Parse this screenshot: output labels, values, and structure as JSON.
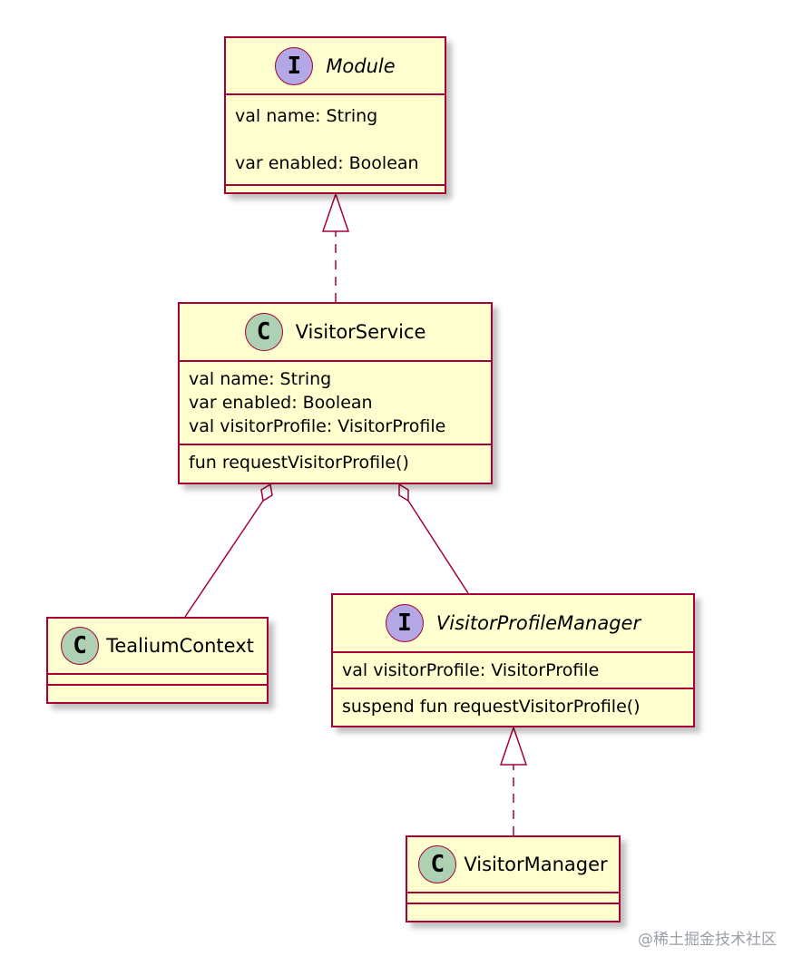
{
  "diagram": {
    "module": {
      "stereotype": "I",
      "name": "Module",
      "fields": [
        "val name: String",
        "var enabled: Boolean"
      ]
    },
    "visitor_service": {
      "stereotype": "C",
      "name": "VisitorService",
      "fields": [
        "val name: String",
        "var enabled: Boolean",
        "val visitorProfile: VisitorProfile"
      ],
      "methods": [
        "fun requestVisitorProfile()"
      ]
    },
    "tealium_context": {
      "stereotype": "C",
      "name": "TealiumContext"
    },
    "visitor_profile_manager": {
      "stereotype": "I",
      "name": "VisitorProfileManager",
      "fields": [
        "val visitorProfile: VisitorProfile"
      ],
      "methods": [
        "suspend fun requestVisitorProfile()"
      ]
    },
    "visitor_manager": {
      "stereotype": "C",
      "name": "VisitorManager"
    }
  },
  "colors": {
    "box_fill": "#FEFECE",
    "border": "#A80036",
    "interface_badge": "#B4A7E5",
    "class_badge": "#ADD1B2"
  },
  "watermark": "@稀土掘金技术社区"
}
